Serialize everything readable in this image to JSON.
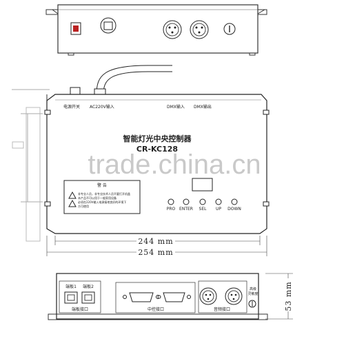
{
  "top_panel": {
    "left_labels": [
      "电源开关",
      "AC220V输入"
    ],
    "right_labels": [
      "DMX输入",
      "DMX输出"
    ]
  },
  "device": {
    "title": "智能灯光中央控制器",
    "model": "CR-KC128"
  },
  "warning": {
    "heading": "警 告",
    "lines": [
      "非专业人员，非专业技术人员不要打开机盖",
      "本产品不可以用于一般家用设备",
      "必须在220V输入电源接地良好的环境下",
      "方可使用"
    ]
  },
  "buttons": [
    "PRO",
    "ENTER",
    "SEL",
    "UP",
    "DOWN"
  ],
  "dimensions": {
    "inner_width": "244 mm",
    "outer_width": "254 mm",
    "height": "53 mm"
  },
  "bottom_panel": {
    "rj45_labels": [
      "端板1",
      "端板2"
    ],
    "rj45_group": "端板接口",
    "db9_group": "中控接口",
    "xlr_group": "音频接口",
    "switch_label": [
      "高级",
      "灵敏度"
    ]
  },
  "watermark": "trade.china.cn"
}
